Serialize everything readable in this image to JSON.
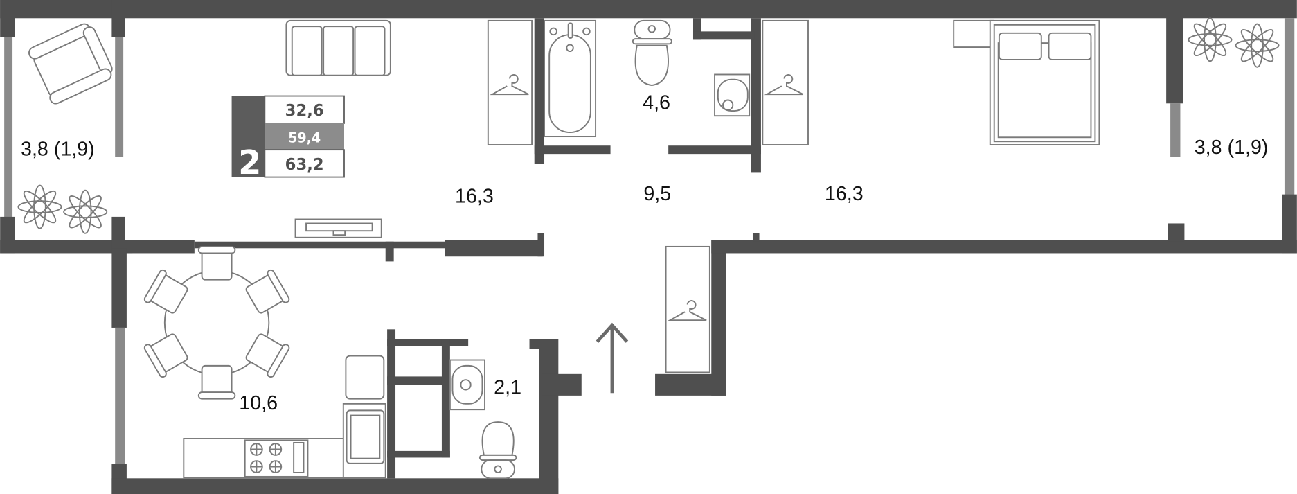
{
  "plan": {
    "title": "2-room apartment floor plan",
    "colors": {
      "wall": "#4f4f4f",
      "window": "#8a8a8a",
      "furniture_stroke": "#7a7a7a",
      "badge_dark": "#5c5c5c",
      "badge_mid": "#8c8c8c"
    }
  },
  "badge": {
    "rooms": "2",
    "living_area": "32,6",
    "total_area": "59,4",
    "total_with_balconies": "63,2"
  },
  "rooms": [
    {
      "id": "balcony-left",
      "area": "3,8 (1,9)"
    },
    {
      "id": "living-room",
      "area": "16,3"
    },
    {
      "id": "bathroom",
      "area": "4,6"
    },
    {
      "id": "hallway",
      "area": "9,5"
    },
    {
      "id": "bedroom",
      "area": "16,3"
    },
    {
      "id": "balcony-right",
      "area": "3,8 (1,9)"
    },
    {
      "id": "kitchen",
      "area": "10,6"
    },
    {
      "id": "toilet",
      "area": "2,1"
    }
  ],
  "entrance": {
    "icon": "arrow-up-icon"
  }
}
